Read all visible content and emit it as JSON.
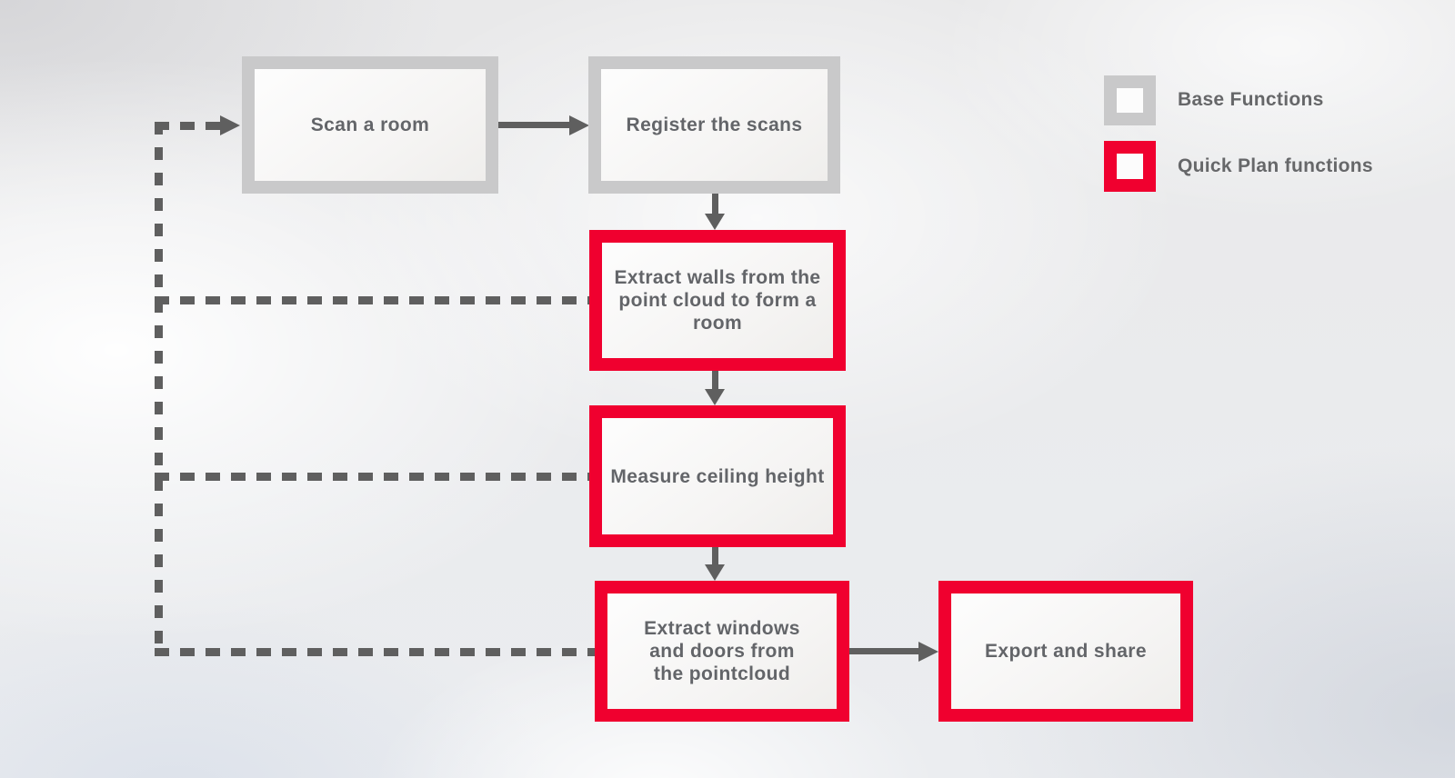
{
  "diagram": {
    "type": "flowchart",
    "nodes": [
      {
        "id": "scan-room",
        "label": "Scan a room",
        "category": "base"
      },
      {
        "id": "register-scans",
        "label": "Register the scans",
        "category": "base"
      },
      {
        "id": "extract-walls",
        "label": "Extract walls from the\npoint cloud to form a\nroom",
        "category": "quick-plan"
      },
      {
        "id": "measure-ceiling",
        "label": "Measure ceiling height",
        "category": "quick-plan"
      },
      {
        "id": "extract-windows-doors",
        "label": "Extract windows\nand doors from\nthe pointcloud",
        "category": "quick-plan"
      },
      {
        "id": "export-share",
        "label": "Export and share",
        "category": "quick-plan"
      }
    ],
    "edges": [
      {
        "from": "scan-room",
        "to": "register-scans",
        "style": "solid"
      },
      {
        "from": "register-scans",
        "to": "extract-walls",
        "style": "solid"
      },
      {
        "from": "extract-walls",
        "to": "measure-ceiling",
        "style": "solid"
      },
      {
        "from": "measure-ceiling",
        "to": "extract-windows-doors",
        "style": "solid"
      },
      {
        "from": "extract-windows-doors",
        "to": "export-share",
        "style": "solid"
      },
      {
        "from": "extract-walls",
        "to": "scan-room",
        "style": "dashed"
      },
      {
        "from": "measure-ceiling",
        "to": "scan-room",
        "style": "dashed"
      },
      {
        "from": "extract-windows-doors",
        "to": "scan-room",
        "style": "dashed"
      }
    ]
  },
  "legend": {
    "items": [
      {
        "label": "Base Functions",
        "swatch": "base"
      },
      {
        "label": "Quick Plan functions",
        "swatch": "quick-plan"
      }
    ]
  },
  "colors": {
    "base_gray": "#c9c9ca",
    "quick_plan_red": "#f0002f",
    "connector_gray": "#5f5f5f",
    "label_gray": "#666769"
  }
}
